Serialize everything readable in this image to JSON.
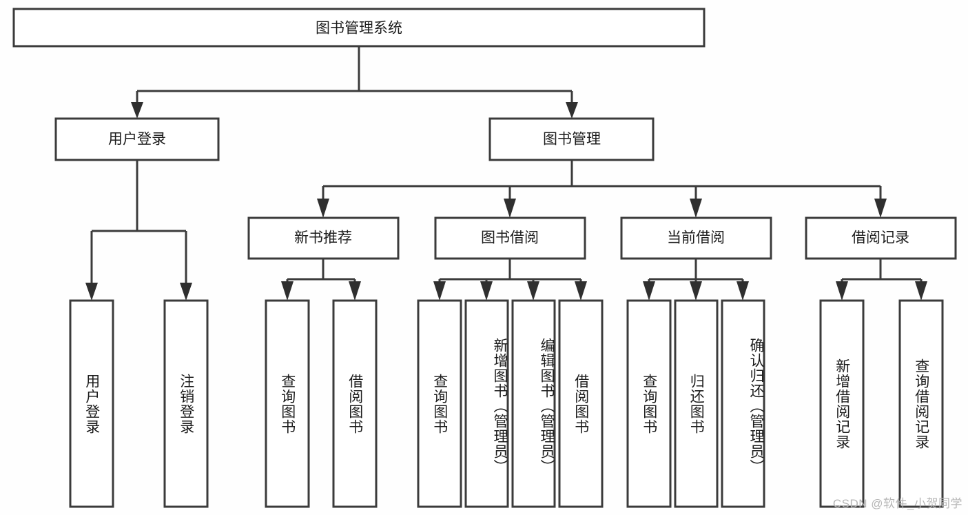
{
  "diagram": {
    "title": "图书管理系统",
    "watermark": "CSDN @软件_小贺同学",
    "colors": {
      "background": "#fefefe",
      "box_fill": "#ffffff",
      "box_stroke": "#3b3b3b",
      "text": "#1c1c1c",
      "arrow": "#2f2f2f",
      "watermark": "#b6b6b6"
    },
    "root": {
      "label": "图书管理系统"
    },
    "level2": [
      {
        "id": "user-login",
        "label": "用户登录"
      },
      {
        "id": "book-manage",
        "label": "图书管理"
      }
    ],
    "level3": [
      {
        "id": "new-book-recommend",
        "label": "新书推荐",
        "parent": "book-manage"
      },
      {
        "id": "book-borrow",
        "label": "图书借阅",
        "parent": "book-manage"
      },
      {
        "id": "current-borrow",
        "label": "当前借阅",
        "parent": "book-manage"
      },
      {
        "id": "borrow-record",
        "label": "借阅记录",
        "parent": "book-manage"
      }
    ],
    "leaves": {
      "user-login": [
        {
          "id": "leaf-user-login",
          "label": "用户登录"
        },
        {
          "id": "leaf-logout-login",
          "label": "注销登录"
        }
      ],
      "new-book-recommend": [
        {
          "id": "leaf-query-book-1",
          "label": "查询图书"
        },
        {
          "id": "leaf-borrow-book-1",
          "label": "借阅图书"
        }
      ],
      "book-borrow": [
        {
          "id": "leaf-query-book-2",
          "label": "查询图书"
        },
        {
          "id": "leaf-add-book-admin",
          "label": "新增图书（管理员）"
        },
        {
          "id": "leaf-edit-book-admin",
          "label": "编辑图书（管理员）"
        },
        {
          "id": "leaf-borrow-book-2",
          "label": "借阅图书"
        }
      ],
      "current-borrow": [
        {
          "id": "leaf-query-book-3",
          "label": "查询图书"
        },
        {
          "id": "leaf-return-book",
          "label": "归还图书"
        },
        {
          "id": "leaf-confirm-return-admin",
          "label": "确认归还（管理员）"
        }
      ],
      "borrow-record": [
        {
          "id": "leaf-add-borrow-record",
          "label": "新增借阅记录"
        },
        {
          "id": "leaf-query-borrow-record",
          "label": "查询借阅记录"
        }
      ]
    }
  }
}
